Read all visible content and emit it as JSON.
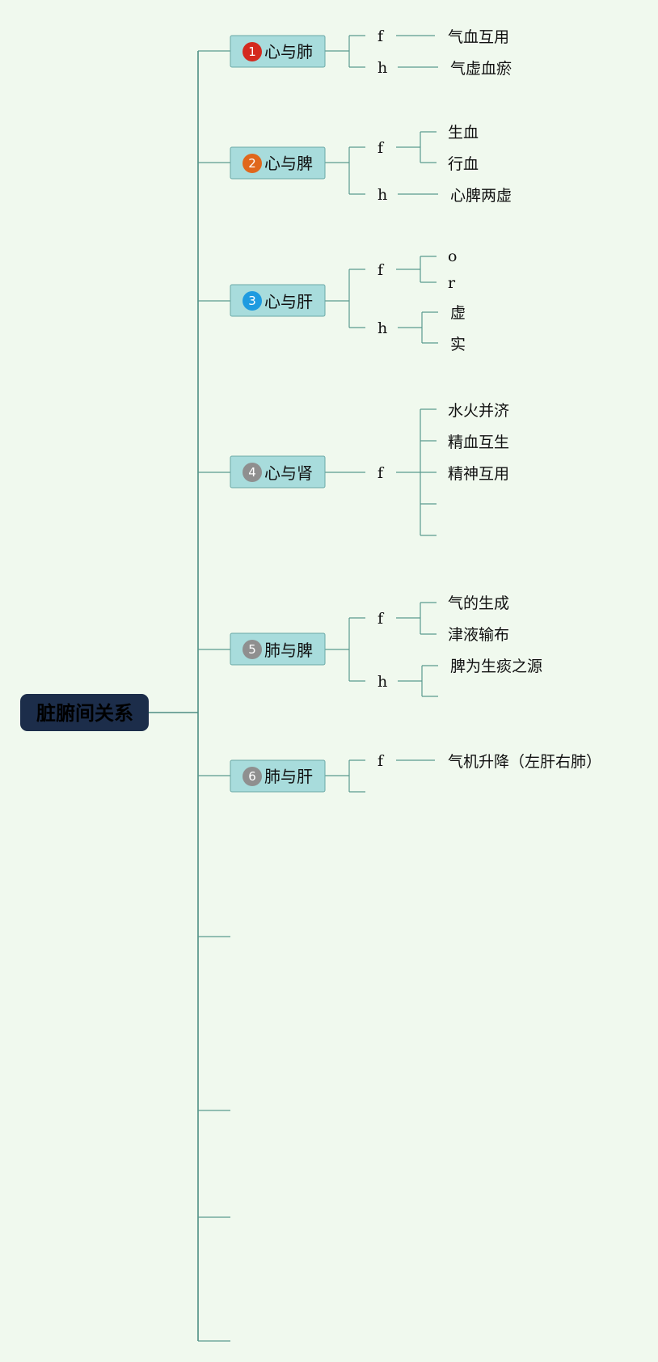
{
  "root": {
    "label": "脏腑间关系"
  },
  "colors": {
    "background": "#f0f9ee",
    "line": "#5a9a8f",
    "root_fill": "#1c2d4a",
    "branch_fill": "#a8dcdc"
  },
  "branches": [
    {
      "id": "b1",
      "badge": "1",
      "badge_color": "#d42a1e",
      "label": "心与肺",
      "children": [
        {
          "label": "f",
          "leaves": [
            "气血互用"
          ]
        },
        {
          "label": "h",
          "leaves": [
            "气虚血瘀"
          ]
        }
      ]
    },
    {
      "id": "b2",
      "badge": "2",
      "badge_color": "#e0671c",
      "label": "心与脾",
      "children": [
        {
          "label": "f",
          "leaves": [
            "生血",
            "行血"
          ]
        },
        {
          "label": "h",
          "leaves": [
            "心脾两虚"
          ]
        }
      ]
    },
    {
      "id": "b3",
      "badge": "3",
      "badge_color": "#1e9be0",
      "label": "心与肝",
      "children": [
        {
          "label": "f",
          "leaves": [
            "o",
            "r"
          ]
        },
        {
          "label": "h",
          "leaves": [
            "虚",
            "实"
          ]
        }
      ]
    },
    {
      "id": "b4",
      "badge": "4",
      "badge_color": "#8f8f8f",
      "label": "心与肾",
      "children": [
        {
          "label": "f",
          "leaves": [
            "水火并济",
            "精血互生",
            "精神互用",
            "",
            ""
          ]
        }
      ]
    },
    {
      "id": "b5",
      "badge": "5",
      "badge_color": "#8f8f8f",
      "label": "肺与脾",
      "children": [
        {
          "label": "f",
          "leaves": [
            "气的生成",
            "津液输布"
          ]
        },
        {
          "label": "h",
          "leaves": [
            "脾为生痰之源",
            ""
          ]
        }
      ]
    },
    {
      "id": "b6",
      "badge": "6",
      "badge_color": "#8f8f8f",
      "label": "肺与肝",
      "children": [
        {
          "label": "f",
          "leaves": [
            "气机升降（左肝右肺）"
          ]
        },
        {
          "label": "",
          "leaves": []
        }
      ]
    }
  ],
  "empty_branches": 4
}
